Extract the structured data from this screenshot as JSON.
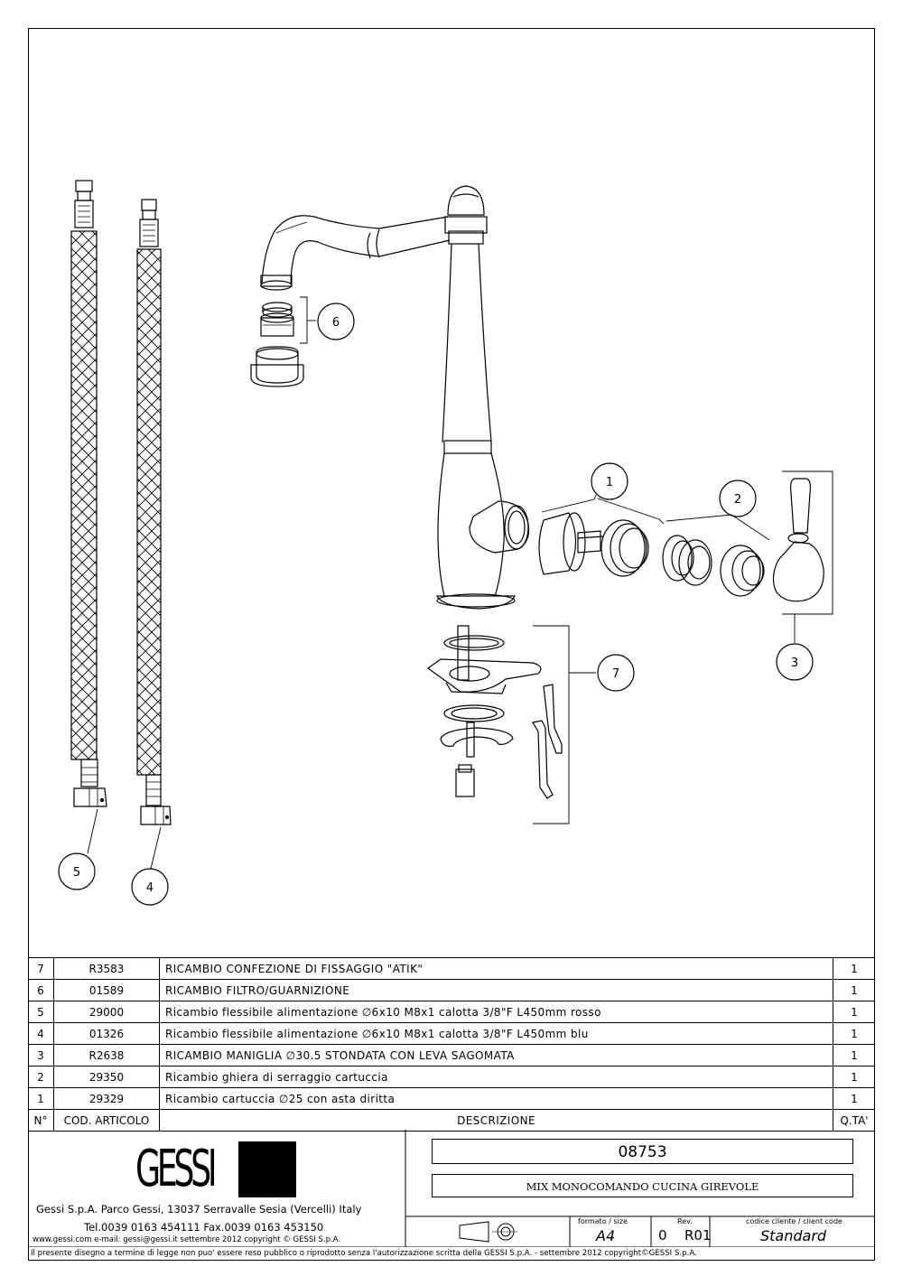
{
  "callouts": [
    "6",
    "1",
    "2",
    "3",
    "7",
    "5",
    "4"
  ],
  "parts": [
    {
      "n": "7",
      "code": "R3583",
      "desc": "RICAMBIO  CONFEZIONE  DI  FISSAGGIO  \"ATIK\"",
      "qty": "1"
    },
    {
      "n": "6",
      "code": "01589",
      "desc": "RICAMBIO  FILTRO/GUARNIZIONE",
      "qty": "1"
    },
    {
      "n": "5",
      "code": "29000",
      "desc": "Ricambio  flessibile  alimentazione  ∅6x10  M8x1  calotta  3/8\"F  L450mm  rosso",
      "qty": "1"
    },
    {
      "n": "4",
      "code": "01326",
      "desc": "Ricambio  flessibile  alimentazione  ∅6x10  M8x1  calotta  3/8\"F  L450mm  blu",
      "qty": "1"
    },
    {
      "n": "3",
      "code": "R2638",
      "desc": "RICAMBIO  MANIGLIA  ∅30.5  STONDATA  CON  LEVA  SAGOMATA",
      "qty": "1"
    },
    {
      "n": "2",
      "code": "29350",
      "desc": "Ricambio  ghiera  di  serraggio  cartuccia",
      "qty": "1"
    },
    {
      "n": "1",
      "code": "29329",
      "desc": "Ricambio  cartuccia  ∅25  con  asta  diritta",
      "qty": "1"
    }
  ],
  "table_header": {
    "n": "N°",
    "code": "COD.  ARTICOLO",
    "desc": "DESCRIZIONE",
    "qty": "Q.TA'"
  },
  "company": {
    "logo": "GESSI",
    "address": "Gessi  S.p.A.  Parco  Gessi,  13037  Serravalle  Sesia  (Vercelli)  Italy",
    "phone": "Tel.0039  0163  454111  Fax.0039  0163  453150",
    "web": "www.gessi.com  e-mail:  gessi@gessi.it  settembre  2012  copyright © GESSI  S.p.A."
  },
  "title_block": {
    "article": "08753",
    "name": "MIX MONOCOMANDO CUCINA GIREVOLE",
    "format_label": "formato  /  size",
    "format": "A4",
    "rev_label": "Rev.",
    "rev_num": "0",
    "rev": "R01",
    "client_label": "codice  cliente  /  client  code",
    "client": "Standard"
  },
  "footer": "Il  presente  disegno  a  termine  di  legge  non  puo'  essere  reso  pubblico  o  riprodotto  senza  l'autorizzazione  scritta  della  GESSI  S.p.A.  -  settembre  2012  copyright©GESSI  S.p.A."
}
